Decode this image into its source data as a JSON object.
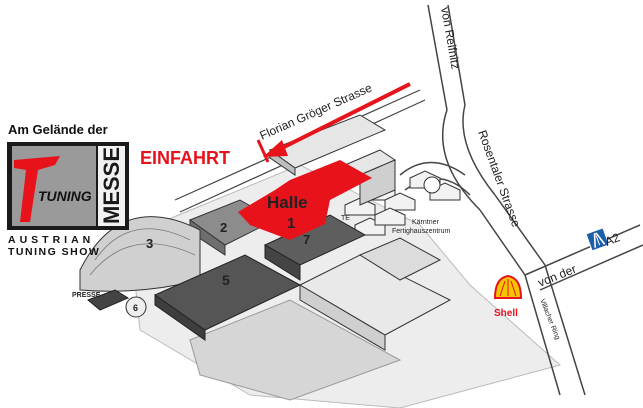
{
  "logo": {
    "heading": "Am Gelände der",
    "word_tuning": "TUNING",
    "word_messe": "MESSE",
    "caption_line1": "AUSTRIAN",
    "caption_line2": "TUNING SHOW"
  },
  "labels": {
    "entrance": "EINFAHRT",
    "main_hall": "Halle",
    "main_hall_number": "1"
  },
  "halls": [
    "2",
    "3",
    "5",
    "6",
    "7"
  ],
  "buildings": {
    "presse": "PRESSE",
    "te": "TE",
    "fertighaus_line1": "Kärntner",
    "fertighaus_line2": "Fertighauszentrum"
  },
  "streets": {
    "florian": "Florian Gröger Strasse",
    "reifnitz": "von Reifnitz",
    "rosentaler": "Rosentaler Strasse",
    "von_der": "von der",
    "a2": "A2",
    "villacher": "Villacher Ring"
  },
  "brands": {
    "shell": "Shell"
  },
  "colors": {
    "accent_red": "#e8121b",
    "hall_dark": "#5a5a5a",
    "hall_mid": "#8c8c8c",
    "road": "#ffffff",
    "ground": "#d8d8d8",
    "shell_yellow": "#f7c400",
    "motorway_blue": "#1f5fa8"
  },
  "icons": [
    "shell-logo-icon",
    "motorway-icon",
    "entrance-arrow-icon"
  ]
}
